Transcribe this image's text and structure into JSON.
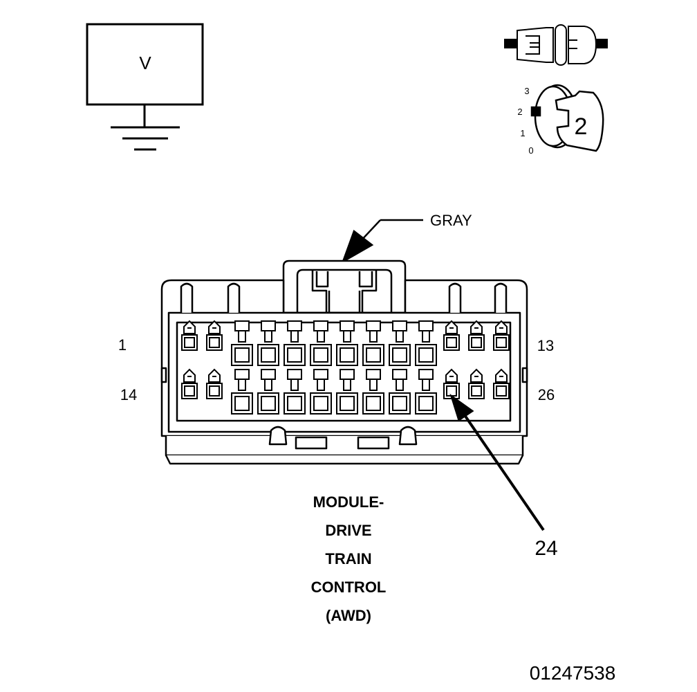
{
  "voltmeter": {
    "label": "V"
  },
  "ignition": {
    "positions": [
      "3",
      "2",
      "1",
      "0"
    ],
    "key_position": "2"
  },
  "connector": {
    "color_callout": "GRAY",
    "pin_labels": {
      "top_left": "1",
      "top_right": "13",
      "bottom_left": "14",
      "bottom_right": "26"
    },
    "callout_pin": "24"
  },
  "title_lines": [
    "MODULE-",
    "DRIVE",
    "TRAIN",
    "CONTROL",
    "(AWD)"
  ],
  "figure_number": "01247538"
}
